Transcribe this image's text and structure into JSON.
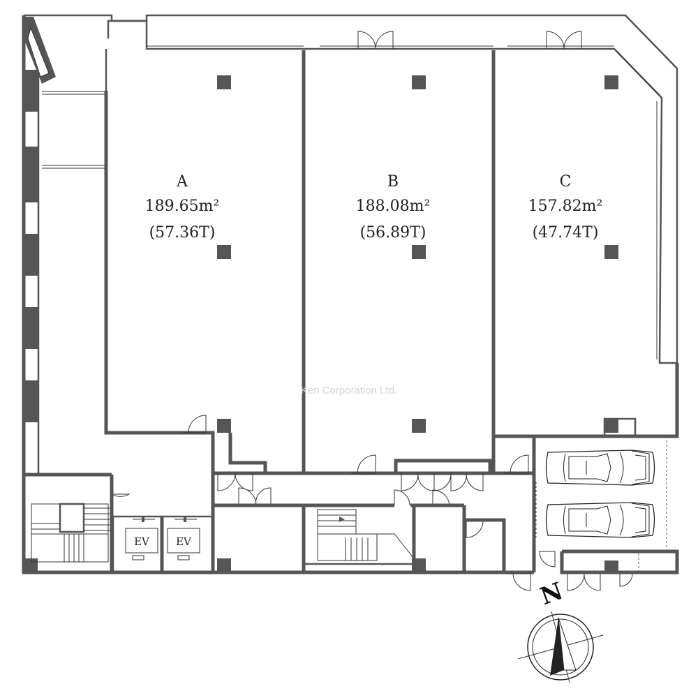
{
  "rooms": [
    {
      "id": "A",
      "label": "A",
      "area": "189.65m²",
      "tsubo": "(57.36T)"
    },
    {
      "id": "B",
      "label": "B",
      "area": "188.08m²",
      "tsubo": "(56.89T)"
    },
    {
      "id": "C",
      "label": "C",
      "area": "157.82m²",
      "tsubo": "(47.74T)"
    }
  ],
  "elevators": [
    {
      "label": "EV"
    },
    {
      "label": "EV"
    }
  ],
  "watermark": "Ken Corporation Ltd.",
  "north_label": "N",
  "icons": {
    "compass": "compass-rose-icon",
    "car": "car-icon",
    "door": "door-swing-icon",
    "stairs": "stairs-icon"
  },
  "colors": {
    "wall": "#555555",
    "background": "#ffffff",
    "watermark": "#d6d6d6"
  }
}
